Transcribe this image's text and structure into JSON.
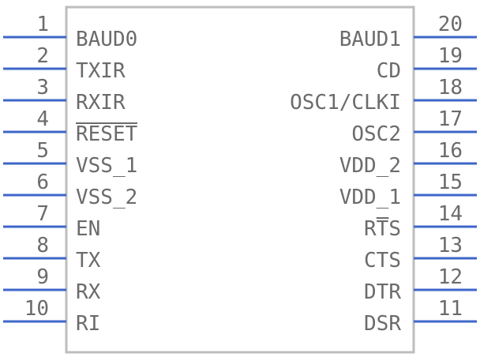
{
  "component": {
    "left_pins": [
      {
        "number": "1",
        "name": "BAUD0"
      },
      {
        "number": "2",
        "name": "TXIR"
      },
      {
        "number": "3",
        "name": "RXIR"
      },
      {
        "number": "4",
        "name": "RESET",
        "overbar": true
      },
      {
        "number": "5",
        "name": "VSS_1"
      },
      {
        "number": "6",
        "name": "VSS_2"
      },
      {
        "number": "7",
        "name": "EN"
      },
      {
        "number": "8",
        "name": "TX"
      },
      {
        "number": "9",
        "name": "RX"
      },
      {
        "number": "10",
        "name": "RI"
      }
    ],
    "right_pins": [
      {
        "number": "20",
        "name": "BAUD1"
      },
      {
        "number": "19",
        "name": "CD"
      },
      {
        "number": "18",
        "name": "OSC1/CLKI"
      },
      {
        "number": "17",
        "name": "OSC2"
      },
      {
        "number": "16",
        "name": "VDD_2"
      },
      {
        "number": "15",
        "name": "VDD_1"
      },
      {
        "number": "14",
        "name": "RTS",
        "overbar_chars": "T"
      },
      {
        "number": "13",
        "name": "CTS"
      },
      {
        "number": "12",
        "name": "DTR"
      },
      {
        "number": "11",
        "name": "DSR"
      }
    ],
    "colors": {
      "pin_line": "#3d66c8",
      "body_outline": "#bdbdbd",
      "text": "#6b6b6b"
    }
  }
}
